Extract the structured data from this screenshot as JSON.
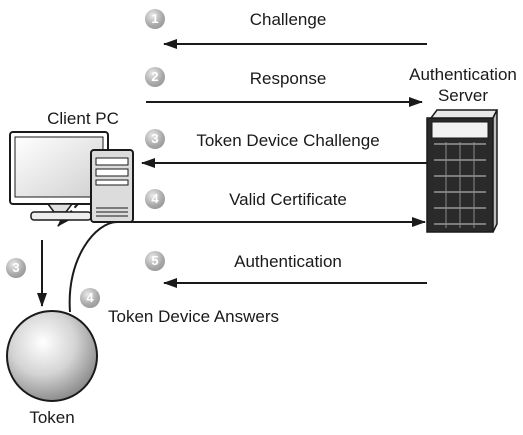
{
  "steps": [
    {
      "number": "1",
      "label": "Challenge"
    },
    {
      "number": "2",
      "label": "Response"
    },
    {
      "number": "3",
      "label": "Token Device Challenge"
    },
    {
      "number": "4",
      "label": "Valid Certificate"
    },
    {
      "number": "5",
      "label": "Authentication"
    }
  ],
  "side_steps": [
    {
      "number": "3"
    },
    {
      "number": "4",
      "label": "Token Device Answers"
    }
  ],
  "nodes": {
    "client": "Client PC",
    "server": "Authentication\nServer",
    "token": "Token"
  }
}
